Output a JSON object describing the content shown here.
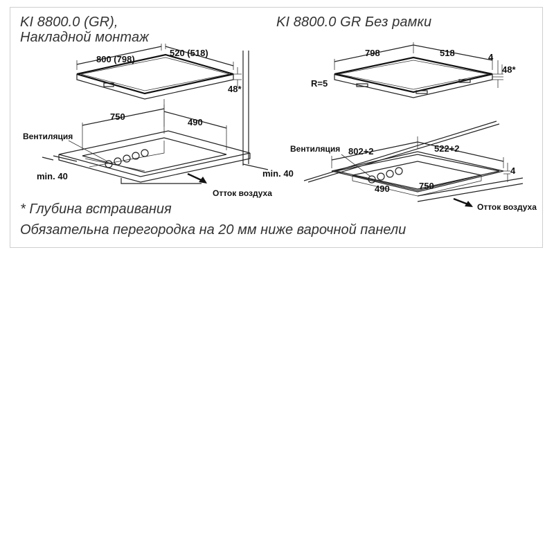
{
  "left": {
    "title_line1": "KI 8800.0 (GR),",
    "title_line2": "Накладной монтаж",
    "dim_width": "800 (798)",
    "dim_depth": "520 (518)",
    "dim_height": "48*",
    "cut_width": "750",
    "cut_depth": "490",
    "ventilation": "Вентиляция",
    "min_left": "min. 40",
    "min_right": "min. 40",
    "airflow": "Отток воздуха"
  },
  "right": {
    "title": "KI 8800.0 GR Без рамки",
    "dim_width": "798",
    "dim_depth": "518",
    "dim_top": "4",
    "dim_height": "48*",
    "radius": "R=5",
    "ventilation": "Вентиляция",
    "recess_width": "802+2",
    "recess_depth": "522+2",
    "recess_step": "4",
    "cut_depth": "490",
    "cut_width": "750",
    "airflow": "Отток воздуха"
  },
  "notes": {
    "depth_note": "* Глубина встраивания",
    "partition_note": "Обязательна перегородка на 20 мм ниже варочной панели"
  }
}
